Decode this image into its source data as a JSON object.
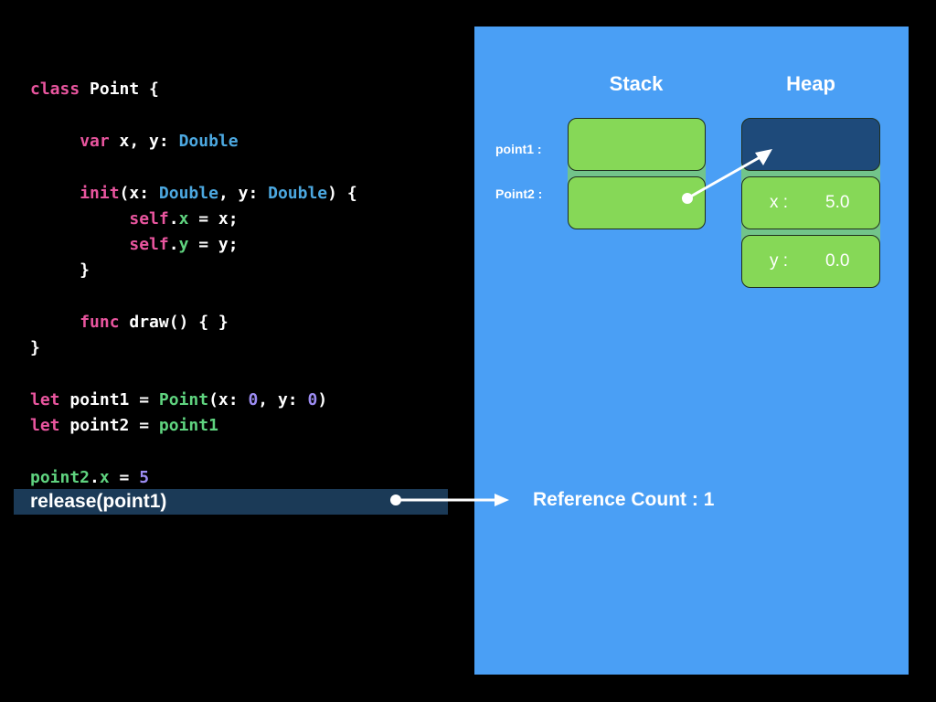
{
  "code": {
    "lines": [
      [
        {
          "t": "class ",
          "c": "kw"
        },
        {
          "t": "Point {",
          "c": "plain"
        }
      ],
      [
        {
          "t": "     ",
          "c": "plain"
        },
        {
          "t": "var ",
          "c": "kw"
        },
        {
          "t": "x, y: ",
          "c": "plain"
        },
        {
          "t": "Double",
          "c": "type"
        }
      ],
      [
        {
          "t": "     ",
          "c": "plain"
        },
        {
          "t": "init",
          "c": "kw"
        },
        {
          "t": "(x: ",
          "c": "plain"
        },
        {
          "t": "Double",
          "c": "type"
        },
        {
          "t": ", y: ",
          "c": "plain"
        },
        {
          "t": "Double",
          "c": "type"
        },
        {
          "t": ") {",
          "c": "plain"
        }
      ],
      [
        {
          "t": "          ",
          "c": "plain"
        },
        {
          "t": "self",
          "c": "kw"
        },
        {
          "t": ".",
          "c": "plain"
        },
        {
          "t": "x",
          "c": "fn"
        },
        {
          "t": " = x;",
          "c": "plain"
        }
      ],
      [
        {
          "t": "          ",
          "c": "plain"
        },
        {
          "t": "self",
          "c": "kw"
        },
        {
          "t": ".",
          "c": "plain"
        },
        {
          "t": "y",
          "c": "fn"
        },
        {
          "t": " = y;",
          "c": "plain"
        }
      ],
      [
        {
          "t": "     }",
          "c": "plain"
        }
      ],
      [
        {
          "t": "     ",
          "c": "plain"
        },
        {
          "t": "func ",
          "c": "kw"
        },
        {
          "t": "draw() { }",
          "c": "plain"
        }
      ],
      [
        {
          "t": "}",
          "c": "plain"
        }
      ],
      [
        {
          "t": "let ",
          "c": "kw"
        },
        {
          "t": "point1 = ",
          "c": "plain"
        },
        {
          "t": "Point",
          "c": "fn"
        },
        {
          "t": "(x: ",
          "c": "plain"
        },
        {
          "t": "0",
          "c": "num"
        },
        {
          "t": ", y: ",
          "c": "plain"
        },
        {
          "t": "0",
          "c": "num"
        },
        {
          "t": ")",
          "c": "plain"
        }
      ],
      [
        {
          "t": "let ",
          "c": "kw"
        },
        {
          "t": "point2 = ",
          "c": "plain"
        },
        {
          "t": "point1",
          "c": "fn"
        }
      ],
      [
        {
          "t": "point2",
          "c": "fn"
        },
        {
          "t": ".",
          "c": "plain"
        },
        {
          "t": "x",
          "c": "fn"
        },
        {
          "t": " = ",
          "c": "plain"
        },
        {
          "t": "5",
          "c": "num"
        }
      ]
    ],
    "highlighted_line": "release(point1)"
  },
  "colors": {
    "keyword": "#E8559E",
    "type": "#4CA8E0",
    "function": "#5FD37F",
    "number": "#9C8CF2",
    "panel": "#4A9FF5",
    "stack_cell": "#86D857",
    "heap_header": "#1E4A7A"
  },
  "memory": {
    "stack_title": "Stack",
    "heap_title": "Heap",
    "stack_rows": [
      {
        "label": "point1 :"
      },
      {
        "label": "Point2 :"
      }
    ],
    "heap_fields": [
      {
        "name": "x :",
        "value": "5.0"
      },
      {
        "name": "y :",
        "value": "0.0"
      }
    ]
  },
  "reference_count": "Reference Count : 1"
}
